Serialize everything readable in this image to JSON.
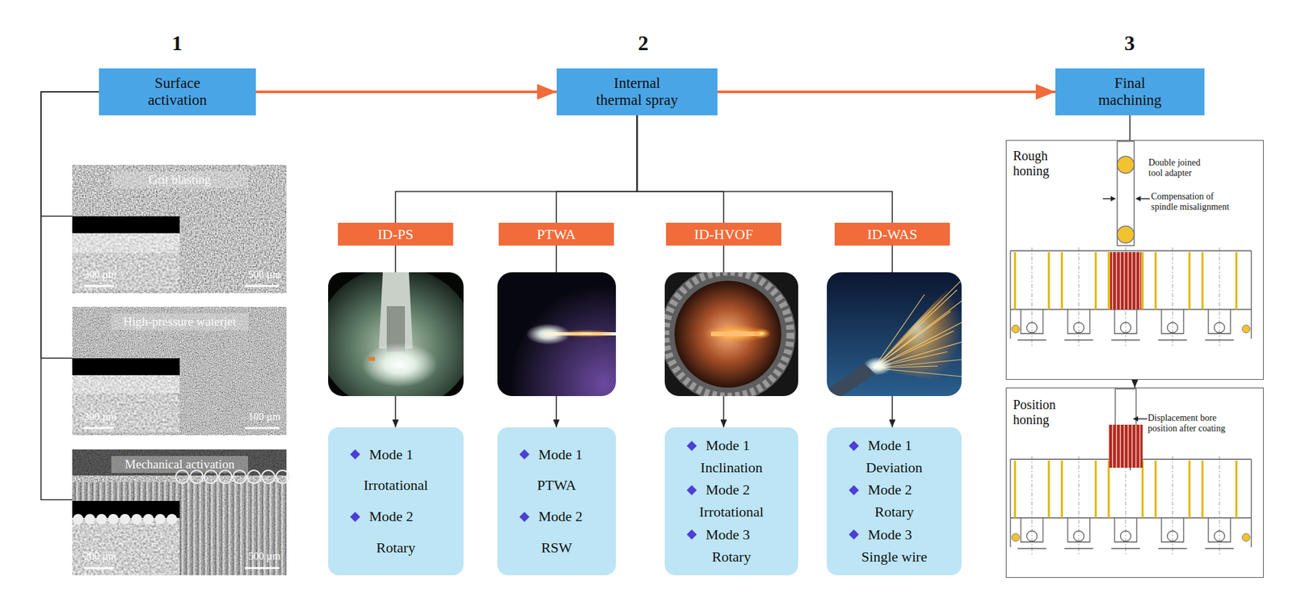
{
  "diagram": {
    "nodes": [
      {
        "text": [
          "Surface activation"
        ]
      },
      {
        "text": [
          "Internal thermal spray"
        ]
      },
      {
        "text": [
          "Final machining"
        ]
      },
      {
        "text": [
          "Grit blasting",
          "300 µm",
          "500 µm"
        ]
      },
      {
        "text": [
          "High-pressure waterjet",
          "300 µm",
          "100 µm"
        ]
      },
      {
        "text": [
          "Mechanical activation",
          "200 µm",
          "500 µm"
        ]
      },
      {
        "text": [
          "ID-PS"
        ]
      },
      {
        "text": [
          "PTWA"
        ]
      },
      {
        "text": [
          "ID-HVOF"
        ]
      },
      {
        "text": [
          "ID-WAS"
        ]
      },
      {
        "text": [
          "Mode 1",
          "Irrotational",
          "Mode 2",
          "Rotary"
        ]
      },
      {
        "text": [
          "Mode 1",
          "PTWA",
          "Mode 2",
          "RSW"
        ]
      },
      {
        "text": [
          "Mode 1",
          "Inclination",
          "Mode 2",
          "Irrotational",
          "Mode 3",
          "Rotary"
        ]
      },
      {
        "text": [
          "Mode 1",
          "Deviation",
          "Mode 2",
          "Rotary",
          "Mode 3",
          "Single wire"
        ]
      },
      {
        "text": [
          "Rough honing",
          "Double joined tool adapter",
          "Compensation of spindle misalignment"
        ]
      },
      {
        "text": [
          "Position honing",
          "Displacement bore position after coating"
        ]
      }
    ],
    "edges": [
      {
        "from": 0,
        "to": 1,
        "arrow": "to"
      },
      {
        "from": 1,
        "to": 2,
        "arrow": "to"
      },
      {
        "from": 0,
        "to": 3,
        "arrow": "none"
      },
      {
        "from": 0,
        "to": 4,
        "arrow": "none"
      },
      {
        "from": 0,
        "to": 5,
        "arrow": "none"
      },
      {
        "from": 1,
        "to": 6,
        "arrow": "none"
      },
      {
        "from": 1,
        "to": 7,
        "arrow": "none"
      },
      {
        "from": 1,
        "to": 8,
        "arrow": "none"
      },
      {
        "from": 1,
        "to": 9,
        "arrow": "none"
      },
      {
        "from": 6,
        "to": 10,
        "arrow": "to"
      },
      {
        "from": 7,
        "to": 11,
        "arrow": "to"
      },
      {
        "from": 8,
        "to": 12,
        "arrow": "to"
      },
      {
        "from": 9,
        "to": 13,
        "arrow": "to"
      },
      {
        "from": 2,
        "to": 14,
        "arrow": "none"
      },
      {
        "from": 14,
        "to": 15,
        "arrow": "to"
      }
    ],
    "labels": [
      "1",
      "2",
      "3"
    ]
  }
}
